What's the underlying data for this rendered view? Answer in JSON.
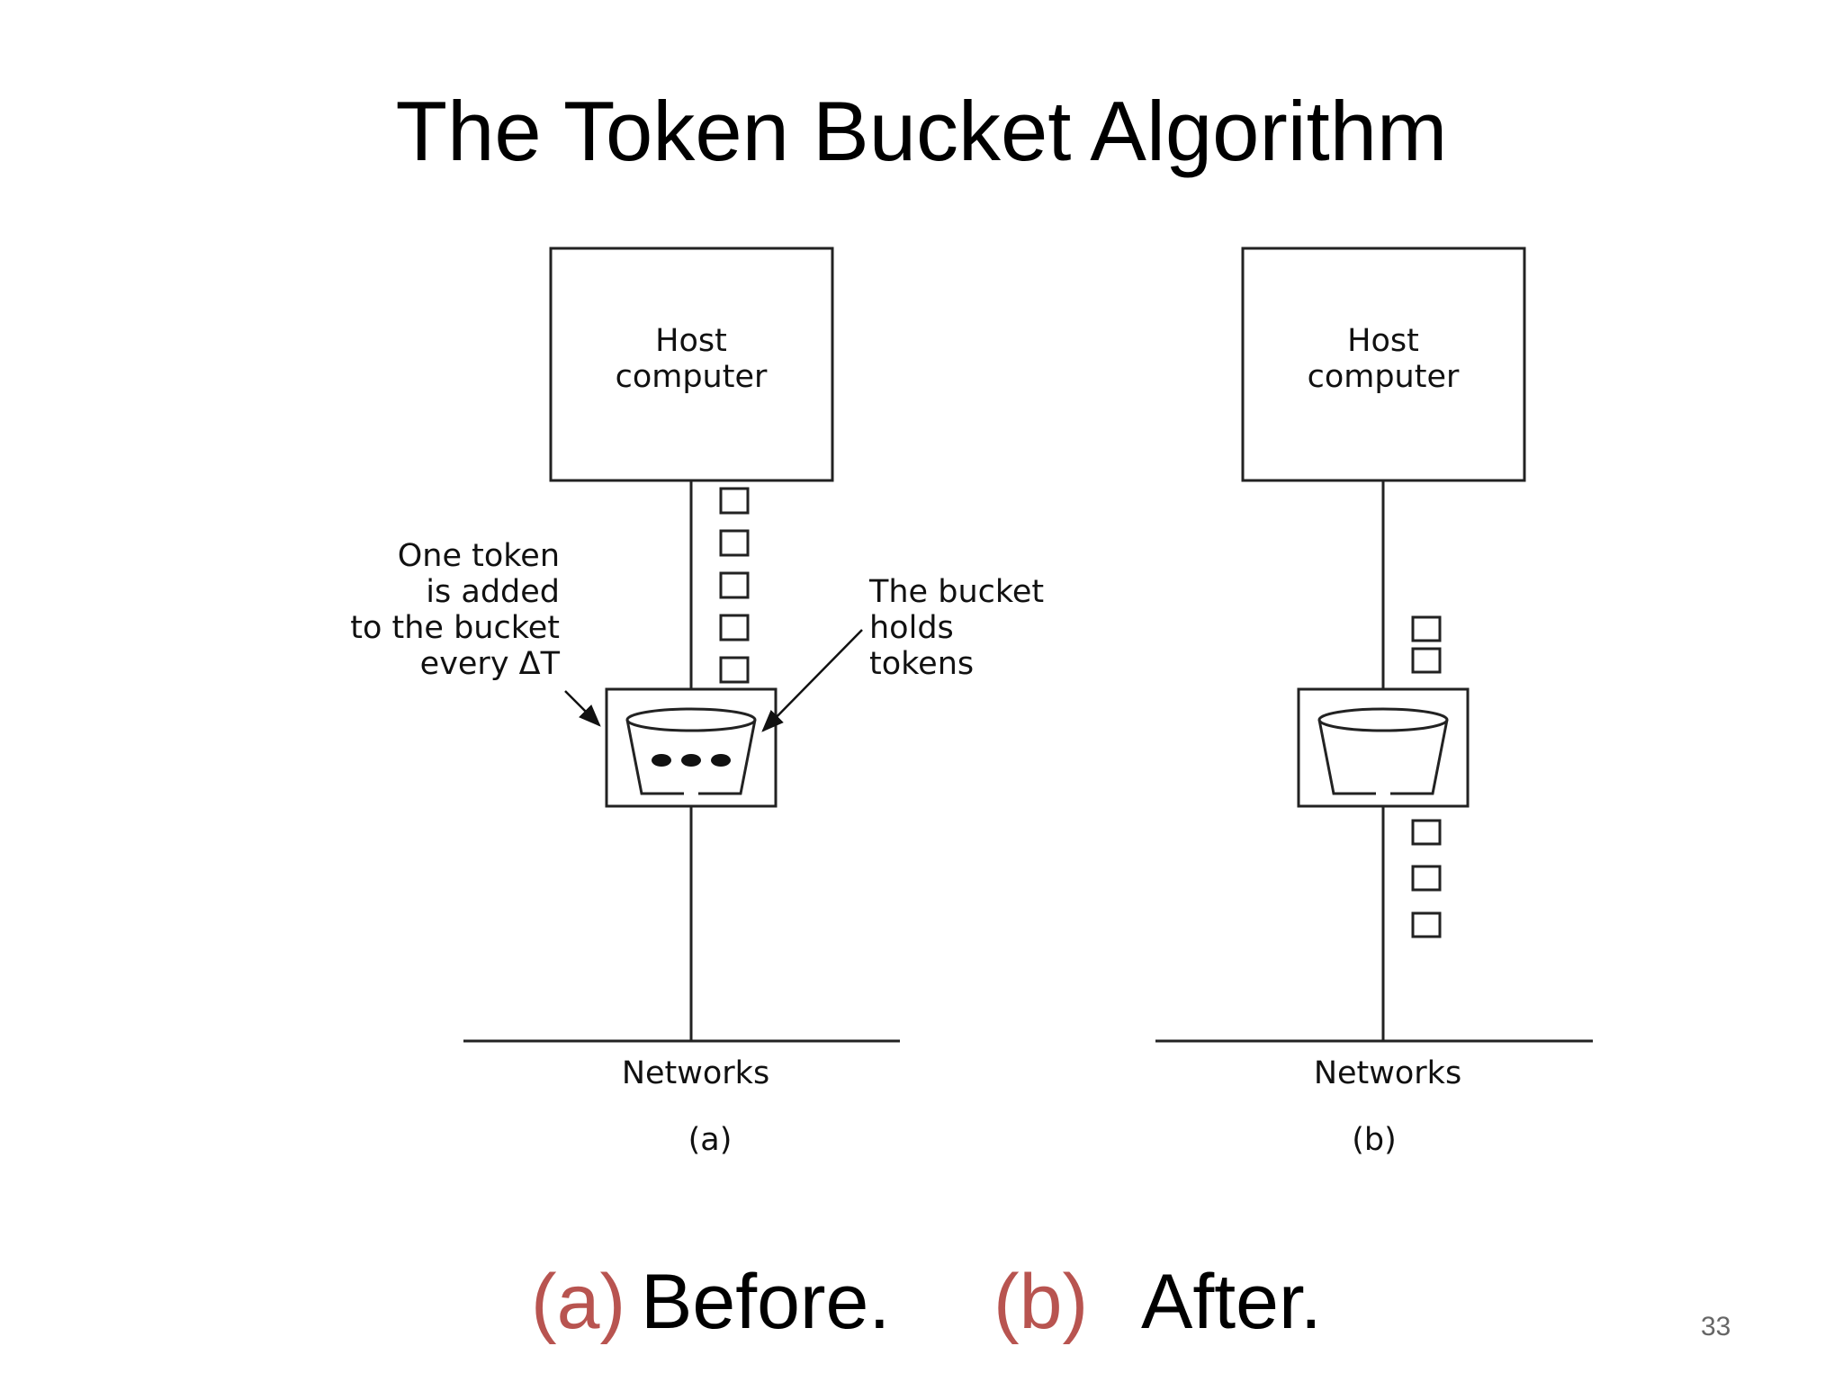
{
  "slide": {
    "title": "The Token Bucket Algorithm",
    "page_number": "33",
    "accent_color": "#b85450"
  },
  "diagram_a": {
    "host_label_line1": "Host",
    "host_label_line2": "computer",
    "left_annotation": [
      "One token",
      "is added",
      "to the bucket",
      "every ΔT"
    ],
    "right_annotation": [
      "The bucket",
      "holds",
      "tokens"
    ],
    "network_label": "Networks",
    "panel_label": "(a)",
    "packets_above_bucket": 5,
    "packets_below_bucket": 0,
    "tokens_in_bucket": 3
  },
  "diagram_b": {
    "host_label_line1": "Host",
    "host_label_line2": "computer",
    "network_label": "Networks",
    "panel_label": "(b)",
    "packets_above_bucket": 2,
    "packets_below_bucket": 3,
    "tokens_in_bucket": 0
  },
  "caption": {
    "a_marker": "(a)",
    "a_text": "Before.",
    "b_marker": "(b)",
    "b_text": "After."
  }
}
